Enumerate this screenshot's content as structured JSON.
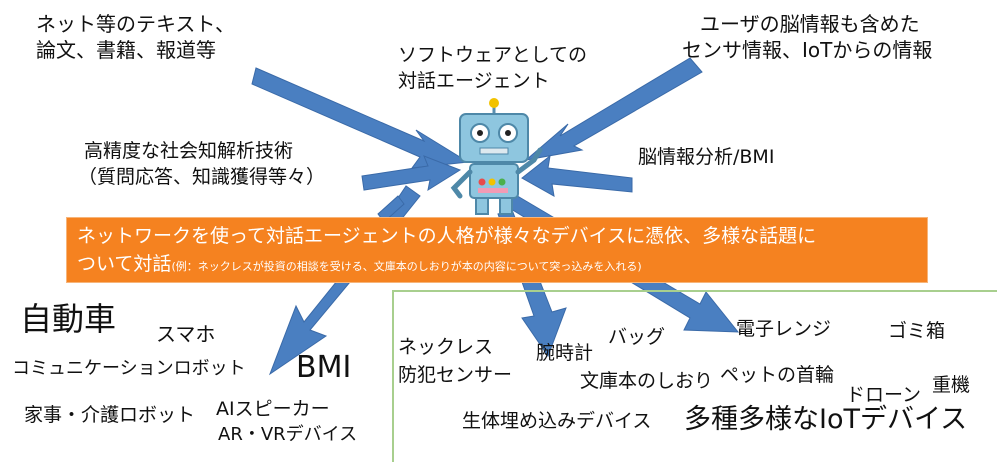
{
  "inputs": {
    "web_text": [
      "ネット等のテキスト、",
      "論文、書籍、報道等"
    ],
    "software_agent": [
      "ソフトウェアとしての",
      "対話エージェント"
    ],
    "sensor_info": [
      "ユーザの脳情報も含めた",
      "センサ情報、IoTからの情報"
    ],
    "social_analysis": [
      "高精度な社会知解析技術",
      "（質問応答、知識獲得等々）"
    ],
    "brain_analysis": "脳情報分析/BMI"
  },
  "banner": {
    "line1": "ネットワークを使って対話エージェントの人格が様々なデバイスに憑依、多様な話題に",
    "line2": "ついて対話",
    "note": "(例：ネックレスが投資の相談を受ける、文庫本のしおりが本の内容について突っ込みを入れる)"
  },
  "devices_left": {
    "car": "自動車",
    "phone": "スマホ",
    "comm_robot": "コミュニケーションロボット",
    "bmi": "BMI",
    "care_robot": "家事・介護ロボット",
    "ai_speaker": "AIスピーカー",
    "arvr": "AR・VRデバイス"
  },
  "devices_right": {
    "necklace": "ネックレス",
    "security": "防犯センサー",
    "watch": "腕時計",
    "bag": "バッグ",
    "microwave": "電子レンジ",
    "trash": "ゴミ箱",
    "bookmark": "文庫本のしおり",
    "pet_collar": "ペットの首輪",
    "drone": "ドローン",
    "heavy": "重機",
    "implant": "生体埋め込みデバイス",
    "iot_title": "多種多様なIoTデバイス"
  },
  "colors": {
    "arrow": "#4a7fc1",
    "banner": "#f58220",
    "iot_border": "#a8cf8e"
  }
}
